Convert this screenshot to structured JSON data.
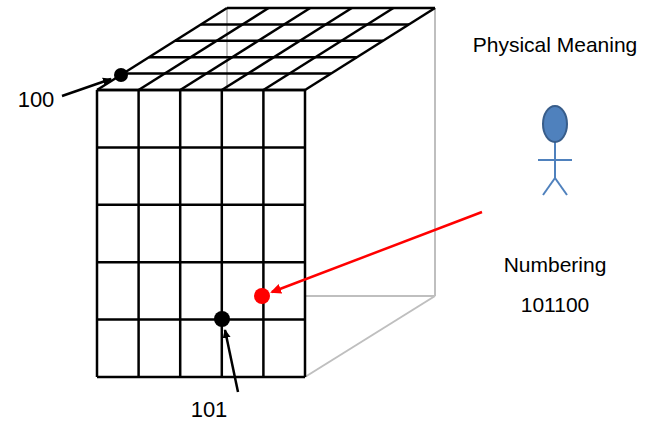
{
  "diagram": {
    "labels": [
      "100",
      "Physical Meaning",
      "Numbering",
      "101100",
      "101"
    ]
  }
}
